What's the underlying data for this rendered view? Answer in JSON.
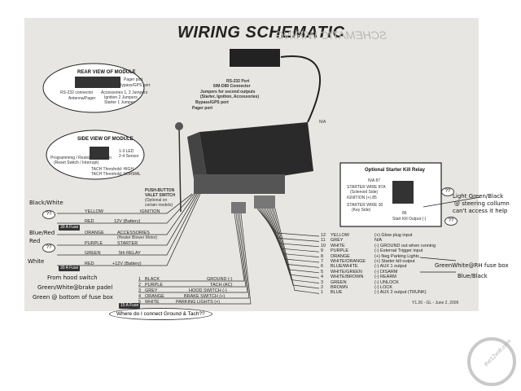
{
  "title": "WIRING SCHEMATIC",
  "ghost_title": "SCHEMATIC WIRING",
  "rear_view": {
    "title": "REAR VIEW OF MODULE",
    "labels": [
      "Pager port",
      "Bypass/GPS port",
      "RS-232 connector",
      "Antenna/Pager",
      "Accessories 1, 2 Jumpers",
      "Ignition 2 Jumpers",
      "Starter 1 Jumper"
    ]
  },
  "side_view": {
    "title": "SIDE VIEW OF MODULE",
    "labels": [
      "1-3 LED",
      "2-4 Sensor",
      "Programming / Resistance Button",
      "(Reset Switch / Interrupt)",
      "TACH Threshold: HIGH",
      "TACH Threshold: NORMAL"
    ]
  },
  "top_labels": {
    "rs232": "RS-232 Port",
    "db": "6/M-D80 Connector",
    "jumpers": "Jumpers for second outputs",
    "jumpers2": "(Starter, Ignition, Accessories)",
    "bypass": "Bypass/GPS port",
    "pager": "Pager port",
    "n_a": "N/A"
  },
  "valet": {
    "line1": "PUSH-BUTTON",
    "line2": "VALET SWITCH",
    "line3": "(Optional on",
    "line4": "certain models)"
  },
  "relay": {
    "title": "Optional Starter Kill Relay",
    "labels": [
      "N/A 87",
      "STARTER WIRE 87A",
      "(Solenoid Side)",
      "IGNITION (+) 85",
      "STARTER WIRE 30",
      "(Key Side)",
      "86",
      "Start Kill Output (-)"
    ]
  },
  "left_wires": [
    {
      "color": "YELLOW",
      "func": "IGNITION"
    },
    {
      "color": "RED",
      "func": "12V (Battery)"
    },
    {
      "color": "ORANGE",
      "func": "ACCESSORIES"
    },
    {
      "color": "",
      "func": "(Heater Blower Motor)"
    },
    {
      "color": "PURPLE",
      "func": "STARTER"
    },
    {
      "color": "GREEN",
      "func": "5th RELAY"
    },
    {
      "color": "RED",
      "func": "+12V (Battery)"
    }
  ],
  "fuses": [
    "30 A Fuse",
    "30 A Fuse"
  ],
  "bottom_left_wires": [
    {
      "num": "1",
      "color": "BLACK",
      "func": "GROUND (-)"
    },
    {
      "num": "2",
      "color": "PURPLE",
      "func": "TACH (AC)"
    },
    {
      "num": "3",
      "color": "GREY",
      "func": "HOOD SWITCH (-)"
    },
    {
      "num": "4",
      "color": "ORANGE",
      "func": "BRAKE SWITCH (+)"
    },
    {
      "num": "5",
      "color": "WHITE",
      "func": "PARKING LIGHTS (+)"
    }
  ],
  "fuse_small": "15 A Fuse",
  "right_wires": [
    {
      "num": "12",
      "color": "YELLOW",
      "func": "(+) Glow plug input"
    },
    {
      "num": "11",
      "color": "GREY",
      "func": "N/A"
    },
    {
      "num": "10",
      "color": "WHITE",
      "func": "(-) GROUND out when running"
    },
    {
      "num": "9",
      "color": "PURPLE",
      "func": "(-) External Trigger input"
    },
    {
      "num": "8",
      "color": "ORANGE",
      "func": "(+) Neg Parking Lights"
    },
    {
      "num": "7",
      "color": "WHITE/ORANGE",
      "func": "(+) Starter kill output"
    },
    {
      "num": "6",
      "color": "BLUE/WHITE",
      "func": "(-) AUX 1 output"
    },
    {
      "num": "5",
      "color": "WHITE/GREEN",
      "func": "(-) DISARM"
    },
    {
      "num": "4",
      "color": "WHITE/BROWN",
      "func": "(-) REARM"
    },
    {
      "num": "3",
      "color": "GREEN",
      "func": "(-) UNLOCK"
    },
    {
      "num": "2",
      "color": "BROWN",
      "func": "(-) LOCK"
    },
    {
      "num": "1",
      "color": "BLUE",
      "func": "(-) AUX 2 output (TRUNK)"
    }
  ],
  "footer_code": "Y1.26 - GL - June 2, 2006",
  "annotations": {
    "black_white": "Black/White",
    "blue_red": "Blue/Red",
    "red": "Red",
    "white": "White",
    "from_hood": "From hood switch",
    "green_white_brake": "Green/White@brake padel",
    "green_fuse": "Green @ bottom of fuse box",
    "question": "Where do I connect Ground & Tach??",
    "lt_green_black_1": "Light Green/Black",
    "lt_green_black_2": "@ steering collumn",
    "lt_green_black_3": "can't access it help",
    "green_white_rh": "GreenWhite@RH fuse box",
    "blue_black": "Blue/Black",
    "q1": "??",
    "q2": "??",
    "q3": "??",
    "q4": "??"
  },
  "watermark": "the12volt.com"
}
